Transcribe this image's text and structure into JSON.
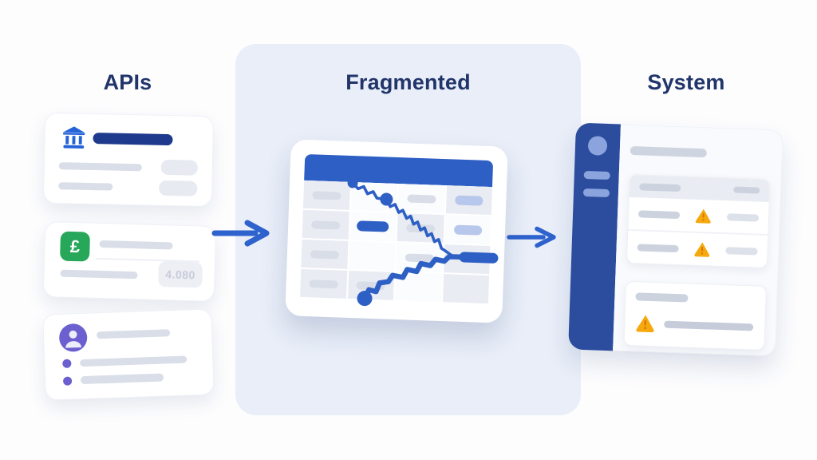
{
  "headings": {
    "apis": "APIs",
    "fragmented": "Fragmented",
    "system": "System"
  },
  "left_cards": {
    "bank_card": {
      "icon": "bank-icon"
    },
    "currency_card": {
      "icon": "pound-icon",
      "currency_symbol": "£",
      "amount_text": "4.080"
    },
    "profile_card": {
      "icon": "user-icon",
      "bullet_count": 2
    }
  },
  "flow": {
    "arrow_left": "arrow-right-icon",
    "arrow_right": "arrow-right-icon"
  },
  "tablet": {
    "header": "spreadsheet-toolbar",
    "columns": 4,
    "rows": 4,
    "cells": [
      {
        "bg": "gray",
        "pill": "gray"
      },
      {
        "bg": "white",
        "pill": null
      },
      {
        "bg": "white",
        "pill": "gray"
      },
      {
        "bg": "gray",
        "pill": "lightblue"
      },
      {
        "bg": "gray",
        "pill": "gray"
      },
      {
        "bg": "white",
        "pill": "blue"
      },
      {
        "bg": "gray",
        "pill": "gray"
      },
      {
        "bg": "white",
        "pill": "lightblue"
      },
      {
        "bg": "gray",
        "pill": "gray"
      },
      {
        "bg": "white",
        "pill": null
      },
      {
        "bg": "white",
        "pill": "gray"
      },
      {
        "bg": "gray",
        "pill": "blue-thick"
      },
      {
        "bg": "gray",
        "pill": "gray"
      },
      {
        "bg": "gray",
        "pill": "gray"
      },
      {
        "bg": "white",
        "pill": null
      },
      {
        "bg": "gray",
        "pill": null
      }
    ],
    "line": "jagged-fragmented-trend-line"
  },
  "system_panel": {
    "sidebar": {
      "avatar": "avatar-circle",
      "nav_items": 2
    },
    "alert_rows": 2,
    "warning_count": 3,
    "warning_icon": "warning-triangle-icon"
  },
  "colors": {
    "heading_navy": "#21356b",
    "accent_blue": "#2e5fc4",
    "dark_navy_bar": "#1d3a8c",
    "sidebar_navy": "#2c4c9e",
    "panel_bg": "#e9eef8",
    "green": "#27a75a",
    "purple": "#6c5fcf",
    "warning_amber": "#f6a90f",
    "bar_gray": "#d9dee8",
    "light_blue_pill": "#b8c8ec"
  }
}
